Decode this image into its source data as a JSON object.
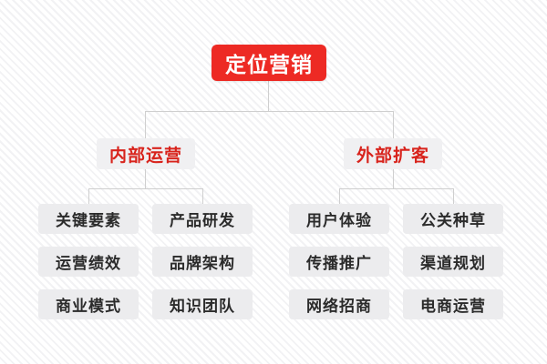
{
  "diagram": {
    "type": "organization-tree",
    "title": "定位营销",
    "colors": {
      "root_bg": "#ed2a24",
      "root_text": "#ffffff",
      "branch_bg": "#f0f0f2",
      "branch_text": "#d8231c",
      "leaf_bg": "#ececee",
      "leaf_text": "#2b2b2b",
      "connector": "#cfcfcf",
      "background": "#ffffff",
      "stripe": "#f2f2f4"
    },
    "root": {
      "label": "定位营销"
    },
    "branches": [
      {
        "label": "内部运营",
        "children": [
          "关键要素",
          "产品研发",
          "运营绩效",
          "品牌架构",
          "商业模式",
          "知识团队"
        ]
      },
      {
        "label": "外部扩客",
        "children": [
          "用户体验",
          "公关种草",
          "传播推广",
          "渠道规划",
          "网络招商",
          "电商运营"
        ]
      }
    ],
    "leaf_grid": {
      "columns": 4,
      "rows": 3,
      "cells": [
        [
          "关键要素",
          "产品研发",
          "用户体验",
          "公关种草"
        ],
        [
          "运营绩效",
          "品牌架构",
          "传播推广",
          "渠道规划"
        ],
        [
          "商业模式",
          "知识团队",
          "网络招商",
          "电商运营"
        ]
      ]
    }
  }
}
